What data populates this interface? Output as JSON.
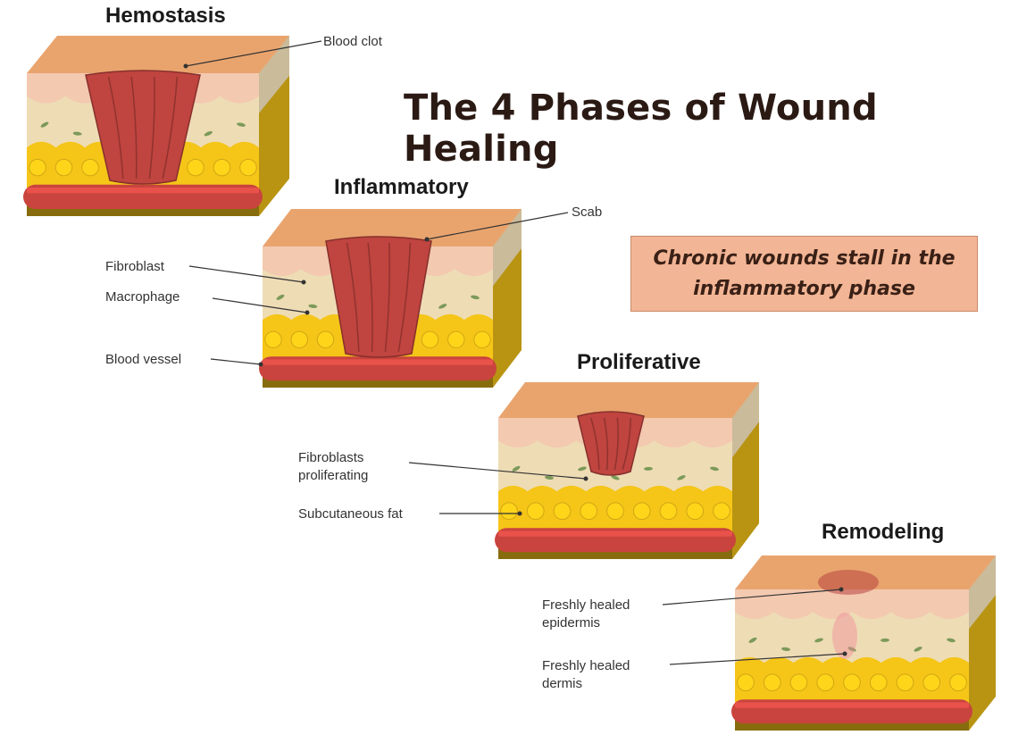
{
  "title": "The 4 Phases of Wound Healing",
  "callout": "Chronic wounds stall in the inflammatory phase",
  "phases": [
    {
      "name": "Hemostasis",
      "labels": [
        "Blood clot"
      ]
    },
    {
      "name": "Inflammatory",
      "labels": [
        "Scab",
        "Fibroblast",
        "Macrophage",
        "Blood vessel"
      ]
    },
    {
      "name": "Proliferative",
      "labels": [
        "Fibroblasts proliferating",
        "Subcutaneous fat"
      ]
    },
    {
      "name": "Remodeling",
      "labels": [
        "Freshly healed epidermis",
        "Freshly healed dermis"
      ]
    }
  ],
  "colors": {
    "skin_top": "#e9a46e",
    "epidermis": "#f3c9b0",
    "dermis": "#eedcb5",
    "fat": "#f5c518",
    "vessel": "#c9443e",
    "wound": "#c0443f",
    "callout_bg": "#f2b595"
  }
}
